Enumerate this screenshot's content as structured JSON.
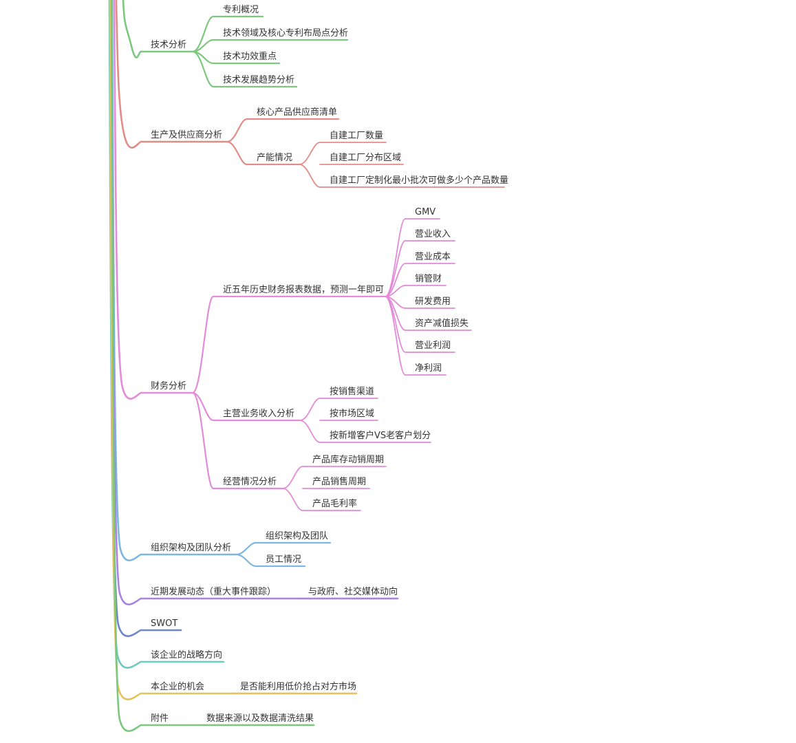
{
  "colors": {
    "tech": "#7cc87e",
    "supply": "#e38b86",
    "finance": "#e38ad8",
    "org": "#7db6df",
    "recent": "#a884e2",
    "swot": "#6f86cf",
    "strategy": "#6ecbc3",
    "opportunity": "#e6c25e",
    "appendix": "#7cc87e",
    "text": "#333333"
  },
  "tree": [
    {
      "label": "技术分析",
      "color": "tech",
      "children": [
        {
          "label": "专利概况"
        },
        {
          "label": "技术领域及核心专利布局点分析"
        },
        {
          "label": "技术功效重点"
        },
        {
          "label": "技术发展趋势分析"
        }
      ]
    },
    {
      "label": "生产及供应商分析",
      "color": "supply",
      "children": [
        {
          "label": "核心产品供应商清单"
        },
        {
          "label": "产能情况",
          "children": [
            {
              "label": "自建工厂数量"
            },
            {
              "label": "自建工厂分布区域"
            },
            {
              "label": "自建工厂定制化最小批次可做多少个产品数量"
            }
          ]
        }
      ]
    },
    {
      "label": "财务分析",
      "color": "finance",
      "children": [
        {
          "label": "近五年历史财务报表数据，预测一年即可",
          "children": [
            {
              "label": "GMV"
            },
            {
              "label": "营业收入"
            },
            {
              "label": "营业成本"
            },
            {
              "label": "销管财"
            },
            {
              "label": "研发费用"
            },
            {
              "label": "资产减值损失"
            },
            {
              "label": "营业利润"
            },
            {
              "label": "净利润"
            }
          ]
        },
        {
          "label": "主营业务收入分析",
          "children": [
            {
              "label": "按销售渠道"
            },
            {
              "label": "按市场区域"
            },
            {
              "label": "按新增客户VS老客户划分"
            }
          ]
        },
        {
          "label": "经营情况分析",
          "children": [
            {
              "label": "产品库存动销周期"
            },
            {
              "label": "产品销售周期"
            },
            {
              "label": "产品毛利率"
            }
          ]
        }
      ]
    },
    {
      "label": "组织架构及团队分析",
      "color": "org",
      "children": [
        {
          "label": "组织架构及团队"
        },
        {
          "label": "员工情况"
        }
      ]
    },
    {
      "label": "近期发展动态（重大事件跟踪）",
      "color": "recent",
      "children": [
        {
          "label": "与政府、社交媒体动向"
        }
      ]
    },
    {
      "label": "SWOT",
      "color": "swot"
    },
    {
      "label": "该企业的战略方向",
      "color": "strategy"
    },
    {
      "label": "本企业的机会",
      "color": "opportunity",
      "children": [
        {
          "label": "是否能利用低价抢占对方市场"
        }
      ]
    },
    {
      "label": "附件",
      "color": "appendix",
      "children": [
        {
          "label": "数据来源以及数据清洗结果"
        }
      ]
    }
  ]
}
